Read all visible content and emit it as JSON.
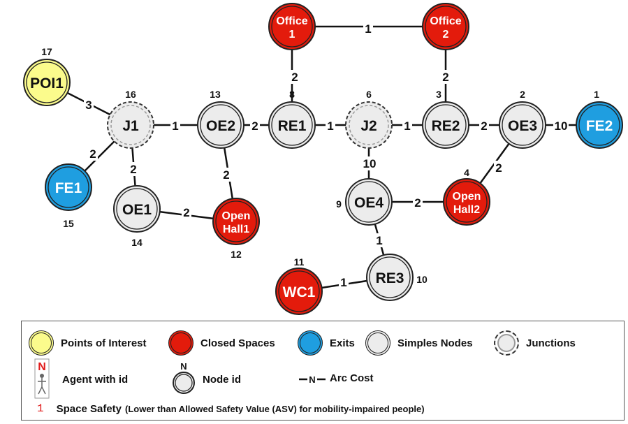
{
  "colors": {
    "poi": "#fbfb8c",
    "closed": "#e31b0c",
    "exit": "#1f9ee0",
    "simple": "#ececec",
    "junction": "#ececec",
    "line": "#111111",
    "safety_red": "#e01b1b"
  },
  "nodes": [
    {
      "id": "POI1",
      "label": [
        "POI1"
      ],
      "type": "poi",
      "node_id": "17"
    },
    {
      "id": "J1",
      "label": [
        "J1"
      ],
      "type": "junction",
      "node_id": "16"
    },
    {
      "id": "FE1",
      "label": [
        "FE1"
      ],
      "type": "exit",
      "node_id": "15"
    },
    {
      "id": "OE1",
      "label": [
        "OE1"
      ],
      "type": "simple",
      "node_id": "14"
    },
    {
      "id": "OE2",
      "label": [
        "OE2"
      ],
      "type": "simple",
      "node_id": "13"
    },
    {
      "id": "OpenHall1",
      "label": [
        "Open",
        "Hall1"
      ],
      "type": "closed",
      "node_id": "12"
    },
    {
      "id": "RE1",
      "label": [
        "RE1"
      ],
      "type": "simple",
      "node_id": "8"
    },
    {
      "id": "Office1",
      "label": [
        "Office",
        "1"
      ],
      "type": "closed",
      "node_id": ""
    },
    {
      "id": "Office2",
      "label": [
        "Office",
        "2"
      ],
      "type": "closed",
      "node_id": ""
    },
    {
      "id": "J2",
      "label": [
        "J2"
      ],
      "type": "junction",
      "node_id": "6"
    },
    {
      "id": "RE2",
      "label": [
        "RE2"
      ],
      "type": "simple",
      "node_id": "3"
    },
    {
      "id": "OE3",
      "label": [
        "OE3"
      ],
      "type": "simple",
      "node_id": "2"
    },
    {
      "id": "FE2",
      "label": [
        "FE2"
      ],
      "type": "exit",
      "node_id": "1"
    },
    {
      "id": "OE4",
      "label": [
        "OE4"
      ],
      "type": "simple",
      "node_id": "9"
    },
    {
      "id": "OpenHall2",
      "label": [
        "Open",
        "Hall2"
      ],
      "type": "closed",
      "node_id": "4"
    },
    {
      "id": "RE3",
      "label": [
        "RE3"
      ],
      "type": "simple",
      "node_id": "10"
    },
    {
      "id": "WC1",
      "label": [
        "WC1"
      ],
      "type": "closed",
      "node_id": "11"
    }
  ],
  "edges": [
    {
      "from": "POI1",
      "to": "J1",
      "cost": "3"
    },
    {
      "from": "J1",
      "to": "FE1",
      "cost": "2"
    },
    {
      "from": "J1",
      "to": "OE1",
      "cost": "2"
    },
    {
      "from": "J1",
      "to": "OE2",
      "cost": "1"
    },
    {
      "from": "OE2",
      "to": "RE1",
      "cost": "2"
    },
    {
      "from": "OE2",
      "to": "OpenHall1",
      "cost": "2"
    },
    {
      "from": "OE1",
      "to": "OpenHall1",
      "cost": "2"
    },
    {
      "from": "RE1",
      "to": "Office1",
      "cost": "2"
    },
    {
      "from": "Office1",
      "to": "Office2",
      "cost": "1"
    },
    {
      "from": "Office2",
      "to": "RE2",
      "cost": "2"
    },
    {
      "from": "RE1",
      "to": "J2",
      "cost": "1"
    },
    {
      "from": "J2",
      "to": "RE2",
      "cost": "1"
    },
    {
      "from": "RE2",
      "to": "OE3",
      "cost": "2"
    },
    {
      "from": "OE3",
      "to": "FE2",
      "cost": "10"
    },
    {
      "from": "J2",
      "to": "OE4",
      "cost": "10"
    },
    {
      "from": "OE4",
      "to": "OpenHall2",
      "cost": "2"
    },
    {
      "from": "OpenHall2",
      "to": "OE3",
      "cost": "2"
    },
    {
      "from": "OE4",
      "to": "RE3",
      "cost": "1"
    },
    {
      "from": "RE3",
      "to": "WC1",
      "cost": "1"
    }
  ],
  "legend": {
    "poi_label": "Points of Interest",
    "closed_label": "Closed Spaces",
    "exits_label": "Exits",
    "simple_label": "Simples Nodes",
    "junction_label": "Junctions",
    "agent_label": "Agent with id",
    "agent_glyph": "N",
    "node_id_label": "Node id",
    "node_id_glyph": "N",
    "arc_label": "Arc Cost",
    "arc_glyph": "N",
    "safety_value": "1",
    "safety_title": "Space Safety",
    "safety_desc": "(Lower than Allowed Safety Value (ASV) for mobility-impaired people)"
  }
}
